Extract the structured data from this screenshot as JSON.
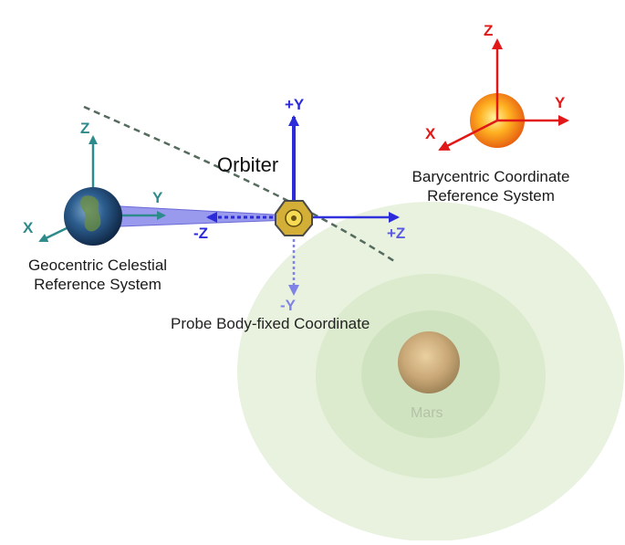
{
  "title": "Orbiter",
  "geocentric": {
    "caption_line1": "Geocentric Celestial",
    "caption_line2": "Reference System",
    "axis_x": "X",
    "axis_y": "Y",
    "axis_z": "Z"
  },
  "barycentric": {
    "caption_line1": "Barycentric Coordinate",
    "caption_line2": "Reference System",
    "axis_x": "X",
    "axis_y": "Y",
    "axis_z": "Z"
  },
  "probe": {
    "caption": "Probe Body-fixed Coordinate",
    "axis_plus_y": "+Y",
    "axis_minus_y": "-Y",
    "axis_plus_z": "+Z",
    "axis_minus_z": "-Z"
  },
  "mars": {
    "label": "Mars"
  },
  "colors": {
    "teal_axes": "#2e8b8b",
    "blue_axes": "#2b2bd9",
    "red_axes": "#e01818",
    "orbit": "#556b5e",
    "mars_field": "#cfe3c0"
  }
}
